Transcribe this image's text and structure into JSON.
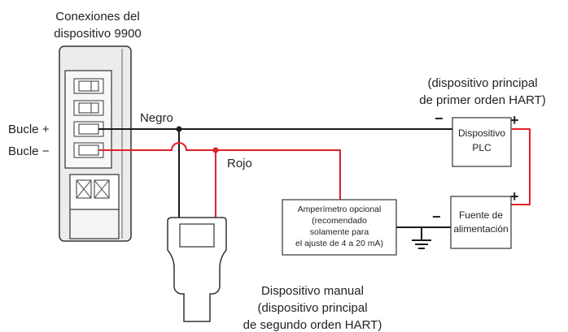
{
  "device": {
    "title_line1": "Conexiones del",
    "title_line2": "dispositivo 9900"
  },
  "loop_labels": {
    "plus": "Bucle +",
    "minus": "Bucle −"
  },
  "wires": {
    "black": "Negro",
    "red": "Rojo"
  },
  "primary_master": {
    "line1": "(dispositivo principal",
    "line2": "de primer orden HART)"
  },
  "plc": {
    "line1": "Dispositivo",
    "line2": "PLC",
    "minus": "−",
    "plus": "+"
  },
  "ammeter": {
    "line1": "Amperímetro opcional",
    "line2": "(recomendado",
    "line3": "solamente para",
    "line4": "el ajuste de 4 a 20 mA)"
  },
  "power": {
    "line1": "Fuente de",
    "line2": "alimentación",
    "minus": "−",
    "plus": "+"
  },
  "handheld": {
    "line1": "Dispositivo manual",
    "line2": "(dispositivo principal",
    "line3": "de segundo orden HART)"
  },
  "colors": {
    "red_wire": "#e0202a",
    "black_wire": "#1a1a1a",
    "device_gray": "#e9e9e9"
  }
}
